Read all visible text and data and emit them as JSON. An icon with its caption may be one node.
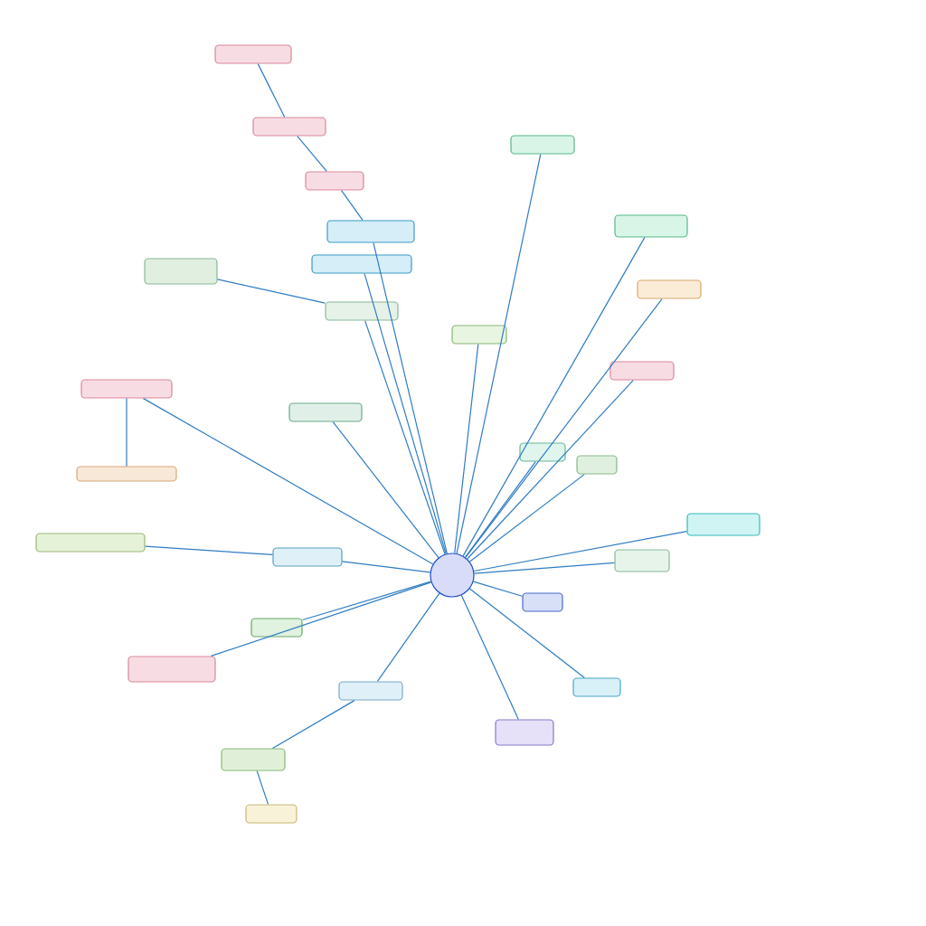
{
  "diagram": {
    "nodes": [
      {
        "text": [],
        "shape": "circle"
      },
      {
        "text": [],
        "shape": "box"
      },
      {
        "text": [],
        "shape": "box"
      },
      {
        "text": [],
        "shape": "box"
      },
      {
        "text": [],
        "shape": "box"
      },
      {
        "text": [],
        "shape": "box"
      },
      {
        "text": [],
        "shape": "box"
      },
      {
        "text": [],
        "shape": "box"
      },
      {
        "text": [],
        "shape": "box"
      },
      {
        "text": [],
        "shape": "box"
      },
      {
        "text": [],
        "shape": "box"
      },
      {
        "text": [],
        "shape": "box"
      },
      {
        "text": [],
        "shape": "box"
      },
      {
        "text": [],
        "shape": "box"
      },
      {
        "text": [],
        "shape": "box"
      },
      {
        "text": [],
        "shape": "box"
      },
      {
        "text": [],
        "shape": "box"
      },
      {
        "text": [],
        "shape": "box"
      },
      {
        "text": [],
        "shape": "box"
      },
      {
        "text": [],
        "shape": "box"
      },
      {
        "text": [],
        "shape": "box"
      },
      {
        "text": [],
        "shape": "box"
      },
      {
        "text": [],
        "shape": "box"
      },
      {
        "text": [],
        "shape": "box"
      },
      {
        "text": [],
        "shape": "box"
      },
      {
        "text": [],
        "shape": "box"
      },
      {
        "text": [],
        "shape": "box"
      },
      {
        "text": [],
        "shape": "box"
      },
      {
        "text": [],
        "shape": "box"
      },
      {
        "text": [],
        "shape": "box"
      }
    ],
    "edges": [
      {
        "from": 0,
        "to": 1,
        "arrow": "none"
      },
      {
        "from": 0,
        "to": 2,
        "arrow": "none"
      },
      {
        "from": 0,
        "to": 3,
        "arrow": "none"
      },
      {
        "from": 0,
        "to": 4,
        "arrow": "none"
      },
      {
        "from": 0,
        "to": 5,
        "arrow": "none"
      },
      {
        "from": 0,
        "to": 6,
        "arrow": "none"
      },
      {
        "from": 0,
        "to": 7,
        "arrow": "none"
      },
      {
        "from": 0,
        "to": 8,
        "arrow": "none"
      },
      {
        "from": 0,
        "to": 9,
        "arrow": "none"
      },
      {
        "from": 0,
        "to": 10,
        "arrow": "none"
      },
      {
        "from": 0,
        "to": 11,
        "arrow": "none"
      },
      {
        "from": 0,
        "to": 12,
        "arrow": "none"
      },
      {
        "from": 0,
        "to": 13,
        "arrow": "none"
      },
      {
        "from": 0,
        "to": 14,
        "arrow": "none"
      },
      {
        "from": 0,
        "to": 15,
        "arrow": "none"
      },
      {
        "from": 0,
        "to": 16,
        "arrow": "none"
      },
      {
        "from": 0,
        "to": 17,
        "arrow": "none"
      },
      {
        "from": 0,
        "to": 18,
        "arrow": "none"
      },
      {
        "from": 0,
        "to": 19,
        "arrow": "none"
      },
      {
        "from": 0,
        "to": 20,
        "arrow": "none"
      },
      {
        "from": 0,
        "to": 21,
        "arrow": "none"
      },
      {
        "from": 21,
        "to": 22,
        "arrow": "none"
      },
      {
        "from": 17,
        "to": 23,
        "arrow": "none"
      },
      {
        "from": 16,
        "to": 24,
        "arrow": "none"
      },
      {
        "from": 24,
        "to": 25,
        "arrow": "none"
      },
      {
        "from": 20,
        "to": 26,
        "arrow": "none"
      },
      {
        "from": 1,
        "to": 27,
        "arrow": "none"
      },
      {
        "from": 27,
        "to": 28,
        "arrow": "none"
      },
      {
        "from": 28,
        "to": 29,
        "arrow": "none"
      }
    ]
  }
}
